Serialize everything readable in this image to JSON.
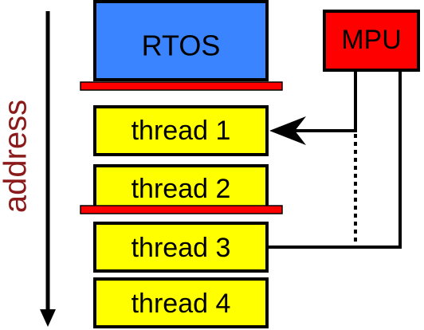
{
  "axis": {
    "label": "address"
  },
  "rtos": {
    "label": "RTOS"
  },
  "mpu": {
    "label": "MPU"
  },
  "threads": [
    {
      "label": "thread 1"
    },
    {
      "label": "thread 2"
    },
    {
      "label": "thread 3"
    },
    {
      "label": "thread 4"
    }
  ],
  "colors": {
    "rtos_fill": "#3a84ff",
    "thread_fill": "#ffff00",
    "mpu_fill": "#ff0000",
    "protection_bar": "#ff0000",
    "axis_label": "#8b1a1a",
    "stroke": "#000000"
  }
}
